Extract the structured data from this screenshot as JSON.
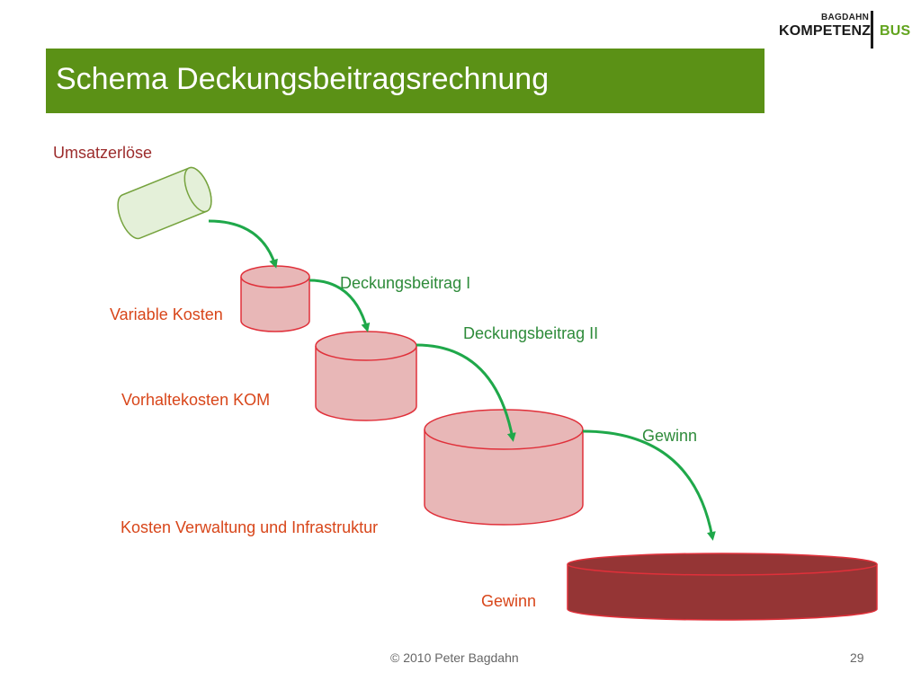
{
  "logo": {
    "small": "BAGDAHN",
    "main": "KOMPETENZ",
    "accent": "BUS",
    "accent_color": "#62a41e"
  },
  "title": "Schema Deckungsbeitragsrechnung",
  "title_bar_color": "#5b9116",
  "labels": {
    "umsatzerloese": "Umsatzerlöse",
    "variable_kosten": "Variable Kosten",
    "deckungsbeitrag_1": "Deckungsbeitrag I",
    "deckungsbeitrag_2": "Deckungsbeitrag II",
    "vorhaltekosten": "Vorhaltekosten KOM",
    "gewinn_arrow": "Gewinn",
    "kosten_verwaltung": "Kosten Verwaltung und Infrastruktur",
    "gewinn_result": "Gewinn"
  },
  "colors": {
    "arrow": "#1fa84a",
    "cost_fill": "#e8b7b7",
    "cost_stroke": "#e0303a",
    "revenue_fill": "#e4f0d9",
    "revenue_stroke": "#76a33e",
    "profit_fill": "#953535",
    "cost_label": "#d8461a",
    "margin_label": "#2e8b3a"
  },
  "footer": {
    "copyright": "© 2010 Peter Bagdahn",
    "page": "29"
  }
}
